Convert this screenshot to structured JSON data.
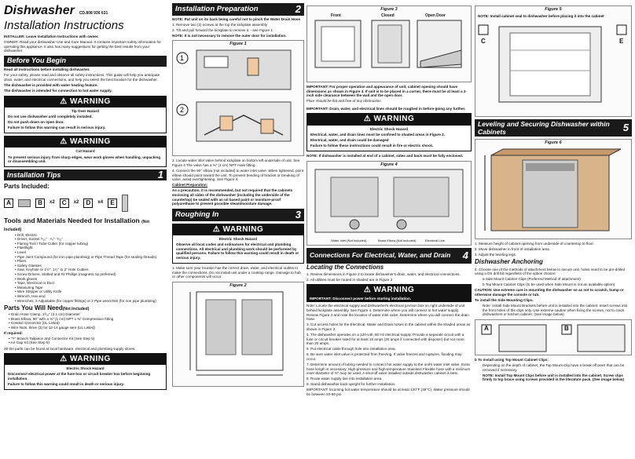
{
  "header": {
    "title": "Dishwasher",
    "model": "CD.808 936 631",
    "subtitle": "Installation Instructions",
    "installer_note": "INSTALLER: Leave Installation Instructions with owner.",
    "owner_note": "OWNER: Read your dishwasher Use and Care Manual. It contains important safety information for operating this appliance. It also has many suggestions for getting the best results from your dishwasher."
  },
  "before_begin": {
    "heading": "Before You Begin",
    "lines": [
      "Read all instructions before installing dishwasher.",
      "For your safety, please read and observe all safety instructions. This guide will help you anticipate drain, water, and electrical connections, and help you select the best location for the dishwasher.",
      "The dishwasher is provided with water heating feature.",
      "The dishwasher is intended for connection to hot water supply."
    ]
  },
  "warning_label": "WARNING",
  "warn_tip": {
    "title": "Tip Over Hazard",
    "lines": [
      "Do not use dishwasher until completely installed.",
      "Do not push down on open door.",
      "Failure to follow this warning can result in serious injury."
    ]
  },
  "warn_cut": {
    "title": "Cut Hazard",
    "lines": [
      "To prevent serious injury from sharp edges, wear work gloves when handling, unpacking or disassembling unit."
    ]
  },
  "tips": {
    "heading": "Installation Tips",
    "num": "1"
  },
  "parts": {
    "heading": "Parts Included:",
    "items": [
      {
        "letter": "A",
        "qty": ""
      },
      {
        "letter": "B",
        "qty": "x2"
      },
      {
        "letter": "C",
        "qty": "x2"
      },
      {
        "letter": "D",
        "qty": "x4"
      },
      {
        "letter": "E",
        "qty": ""
      }
    ]
  },
  "tools": {
    "heading": "Tools and Materials Needed for Installation",
    "note": "(Not Included)",
    "items": [
      "Drill, Electric",
      "Driver, Socket ⁵⁄₁₆\" · ¹⁄₄\"· ⁵⁄₁₆\"",
      "Flaring Tool / Tube Cutter (for copper tubing)",
      "Flashlight",
      "Level",
      "Pipe Joint Compound (for iron pipe plumbing) or Pipe Thread Tape (for sealing threads)",
      "Pliers",
      "Safety Glasses",
      "Saw, Keyhole or 1½\", 1¹⁄₂\" to 2\" Hole Cutters",
      "Screw Drivers, Slotted and #2 Phillips (magnetic tip preferred)",
      "Work gloves",
      "Tape, Electrical or Duct",
      "Measuring Tape",
      "Wire Stripper or Utility Knife",
      "Wrench, Hex-end",
      "Wrenches, 2 Adjustable (for copper fittings) or 2 Pipe wrenches (for iron pipe plumbing)"
    ]
  },
  "need": {
    "heading": "Parts You Will Need",
    "note": "(Not Included)",
    "items": [
      "Drain Hose Clamp, 1³⁄₁₆\" (3.1 cm) Diameter",
      "Brass Elbow, 90° with a ⅜\" (1 cm) NPT x ⅜\" Compression fitting",
      "Conduit Connector (UL Listed)",
      "Wire Nuts, three (3) for 12-14 gauge wire (UL Listed)"
    ],
    "ifreq": "If required:",
    "ifreq_items": [
      "\"Y\" Branch Tailpiece and Connector Kit (See Step 5)",
      "Air Gap Kit (See Step 5)"
    ],
    "footer": "All the parts can be found at local hardware, electrical and plumbing supply stores."
  },
  "warn_shock1": {
    "title": "Electric Shock Hazard",
    "lines": [
      "Disconnect electrical power at the fuse box or circuit breaker box before beginning installation.",
      "Failure to follow this warning could result in death or serious injury."
    ]
  },
  "prep": {
    "heading": "Installation Preparation",
    "num": "2",
    "note": "NOTE: Put unit on its back being careful not to pinch the Water Drain Hose",
    "steps": [
      "1. Remove two (2) screws at the top the kickplate assembly",
      "2. Tilt and pull forward the kickplate to remove it. - see Figure 1",
      "NOTE: It is not necessary to remove the outer door for installation."
    ],
    "fig1": "Figure 1",
    "steps2": [
      "3. Locate water inlet valve behind kickplate on bottom left underside of unit. See Figure 4 The valve has a ⅜\" (1 cm) NPT male fitting.",
      "4. Connect the 90° elbow (not included) to water inlet valve. When tightened, point elbow should point toward the unit. To prevent bending of bracket or breaking of valve, avoid overtightening. See Figure 4.",
      "Cabinet Preparation:",
      "As a precaution, it is recommended, but not required that the cabinets enclosing all sides of the dishwasher (including the underside of the countertop) be sealed with an oil based paint or moisture-proof polyurethane to prevent possible steam/moisture damage."
    ]
  },
  "rough": {
    "heading": "Roughing In",
    "num": "3",
    "warn_title": "Electric Shock Hazard",
    "warn_lines": [
      "Observe all local codes and ordinances for electrical and plumbing connections. All electrical and plumbing work should be performed by qualified persons. Failure to follow this warning could result in death or serious injury."
    ],
    "fig2": "Figure 2",
    "step1": "1. Make sure your location has the correct drain, water, and electrical outlets to make the connections. Do not install unit under a cooktop range. Damage to hub or other components will occur."
  },
  "fig3": {
    "title": "Figure 3",
    "labels": [
      "Front",
      "Closed",
      "Open Door"
    ],
    "important": "IMPORTANT: For proper operation and appearance of unit, cabinet opening should have dimensions as shown in Figure 3. If unit is to be placed in a corner, there must be at least a 2-inch side clearance between the wall and the open door.",
    "note": "Floor should be flat and free of any obstruction",
    "important2": "IMPORTANT: Drain, water, and electrical lines should be roughed in before going any further."
  },
  "warn_shock2": {
    "title": "Electric Shock Hazard",
    "lines": [
      "Electrical, water, and drain lines must be confined to shaded areas in Figure 2.",
      "Electrical, water, and drain could be damaged",
      "Failure to follow these instructions could result in fire or electric shock."
    ]
  },
  "note_elec": "NOTE: If dishwasher is installed at end of a cabinet, sides and back must be fully enclosed.",
  "fig4": {
    "title": "Figure 4",
    "labels": [
      "Water Inlet (Not Included)",
      "Brass Elbow (Not Included)",
      "Electrical Line"
    ]
  },
  "connections": {
    "heading": "Connections For Electrical, Water, and Drain",
    "num": "4",
    "sub": "Locating the Connections",
    "steps": [
      "1. Review dimensions in Figure 2 to locate dishwasher's drain, water, and electrical connections.",
      "2. All utilities must be routed in shaded are in Figure 2"
    ],
    "warn_title": "IMPORTANT: Disconnect power before starting installation.",
    "notes": [
      "Note: Locate the electrical supply and dishwasher's electrical junction box on right underside of unit behind kickplate assembly. See Figure 4. Determine where you will connect to hot water supply. Review Figure 4 and note the location of water inlet valve. Determine where you will connect the drain hose.",
      "3. Cut access holes for the Electrical, Water and Drain hoses in the cabinet within the shaded areas as shown in Figure 2.",
      "4. The dishwasher operates on a 120-volt, 60 Hz electrical supply. Provide a separate circuit with a fuse or circuit breaker rated for at least 15 amps (20 amps if connected with disposer) but not more than 20 amps.",
      "5. Put electrical cable through hole into installation area.",
      "6. Be sure water inlet valve is protected from freezing. If valve freezes and ruptures, flooding may occur.",
      "7. Determine amount of tubing needed to connect hot water supply to the unit's water inlet valve. Extra hose length is necessary. High-pressure and high-temperature Stainless Flexible hose with a minimum inner diameter of ⅜\" may be used. A shut-off valve installed outside dishwasher cabinet is best.",
      "8. Route water supply line into installation area.",
      "9. Stand dishwasher back upright for further installation.",
      "IMPORTANT: Incoming hot water temperature should be at least 120°F (49°C). Water pressure should be between 20-90 psi."
    ]
  },
  "fig5": {
    "title": "Figure 5",
    "note": "NOTE: Install cabinet seal to dishwasher before placing it into the cabinet",
    "labels": [
      "C",
      "E"
    ]
  },
  "leveling": {
    "heading": "Leveling and Securing Dishwasher within Cabinets",
    "num": "5",
    "fig6": "Figure 6",
    "steps": [
      "1. Measure height of cabinet opening from underside of countertop to floor.",
      "2. Move dishwasher in front of installation area.",
      "3. Adjust the leveling legs."
    ],
    "anchor": "Dishwasher Anchoring",
    "anchor_steps": [
      "4. Choose one of the methods of attachment below to secure unit, holes need to be pre-drilled using a DS drill bit regardless of the option chosen:",
      "a Side Mount Cabinet Clips (Preferred Method of attachment)",
      "b Top Mount Cabinet Clips (to be used when Side Mount is not an available option)"
    ],
    "caution": "CAUTION: Use extreme care in mounting the dishwasher so as not to scratch, bump or otherwise damage the console or tub.",
    "side_title": "To install the Side Mounting Clips.",
    "side_note": "Note: Install Side Mount Brackets before unit is installed into the cabinet. Insert screws into the front holes of the clips only. Use extreme caution when fixing the screws, not to crack dishwashers or kitchen cabinet. (See image below)",
    "top_title": "b To install using Top Mount Cabinet Clips:",
    "top_note": "Depending on the depth of cabinet, the Top Mount Clip have a break off point that can be removed if necessary.",
    "top_note2": "NOTE: Install Top Mount Clips before unit is installed into the cabinet. Screw clips firmly to top brace using screws provided in the literature pack. (See image below)",
    "clip_labels": [
      "A",
      "B"
    ]
  }
}
